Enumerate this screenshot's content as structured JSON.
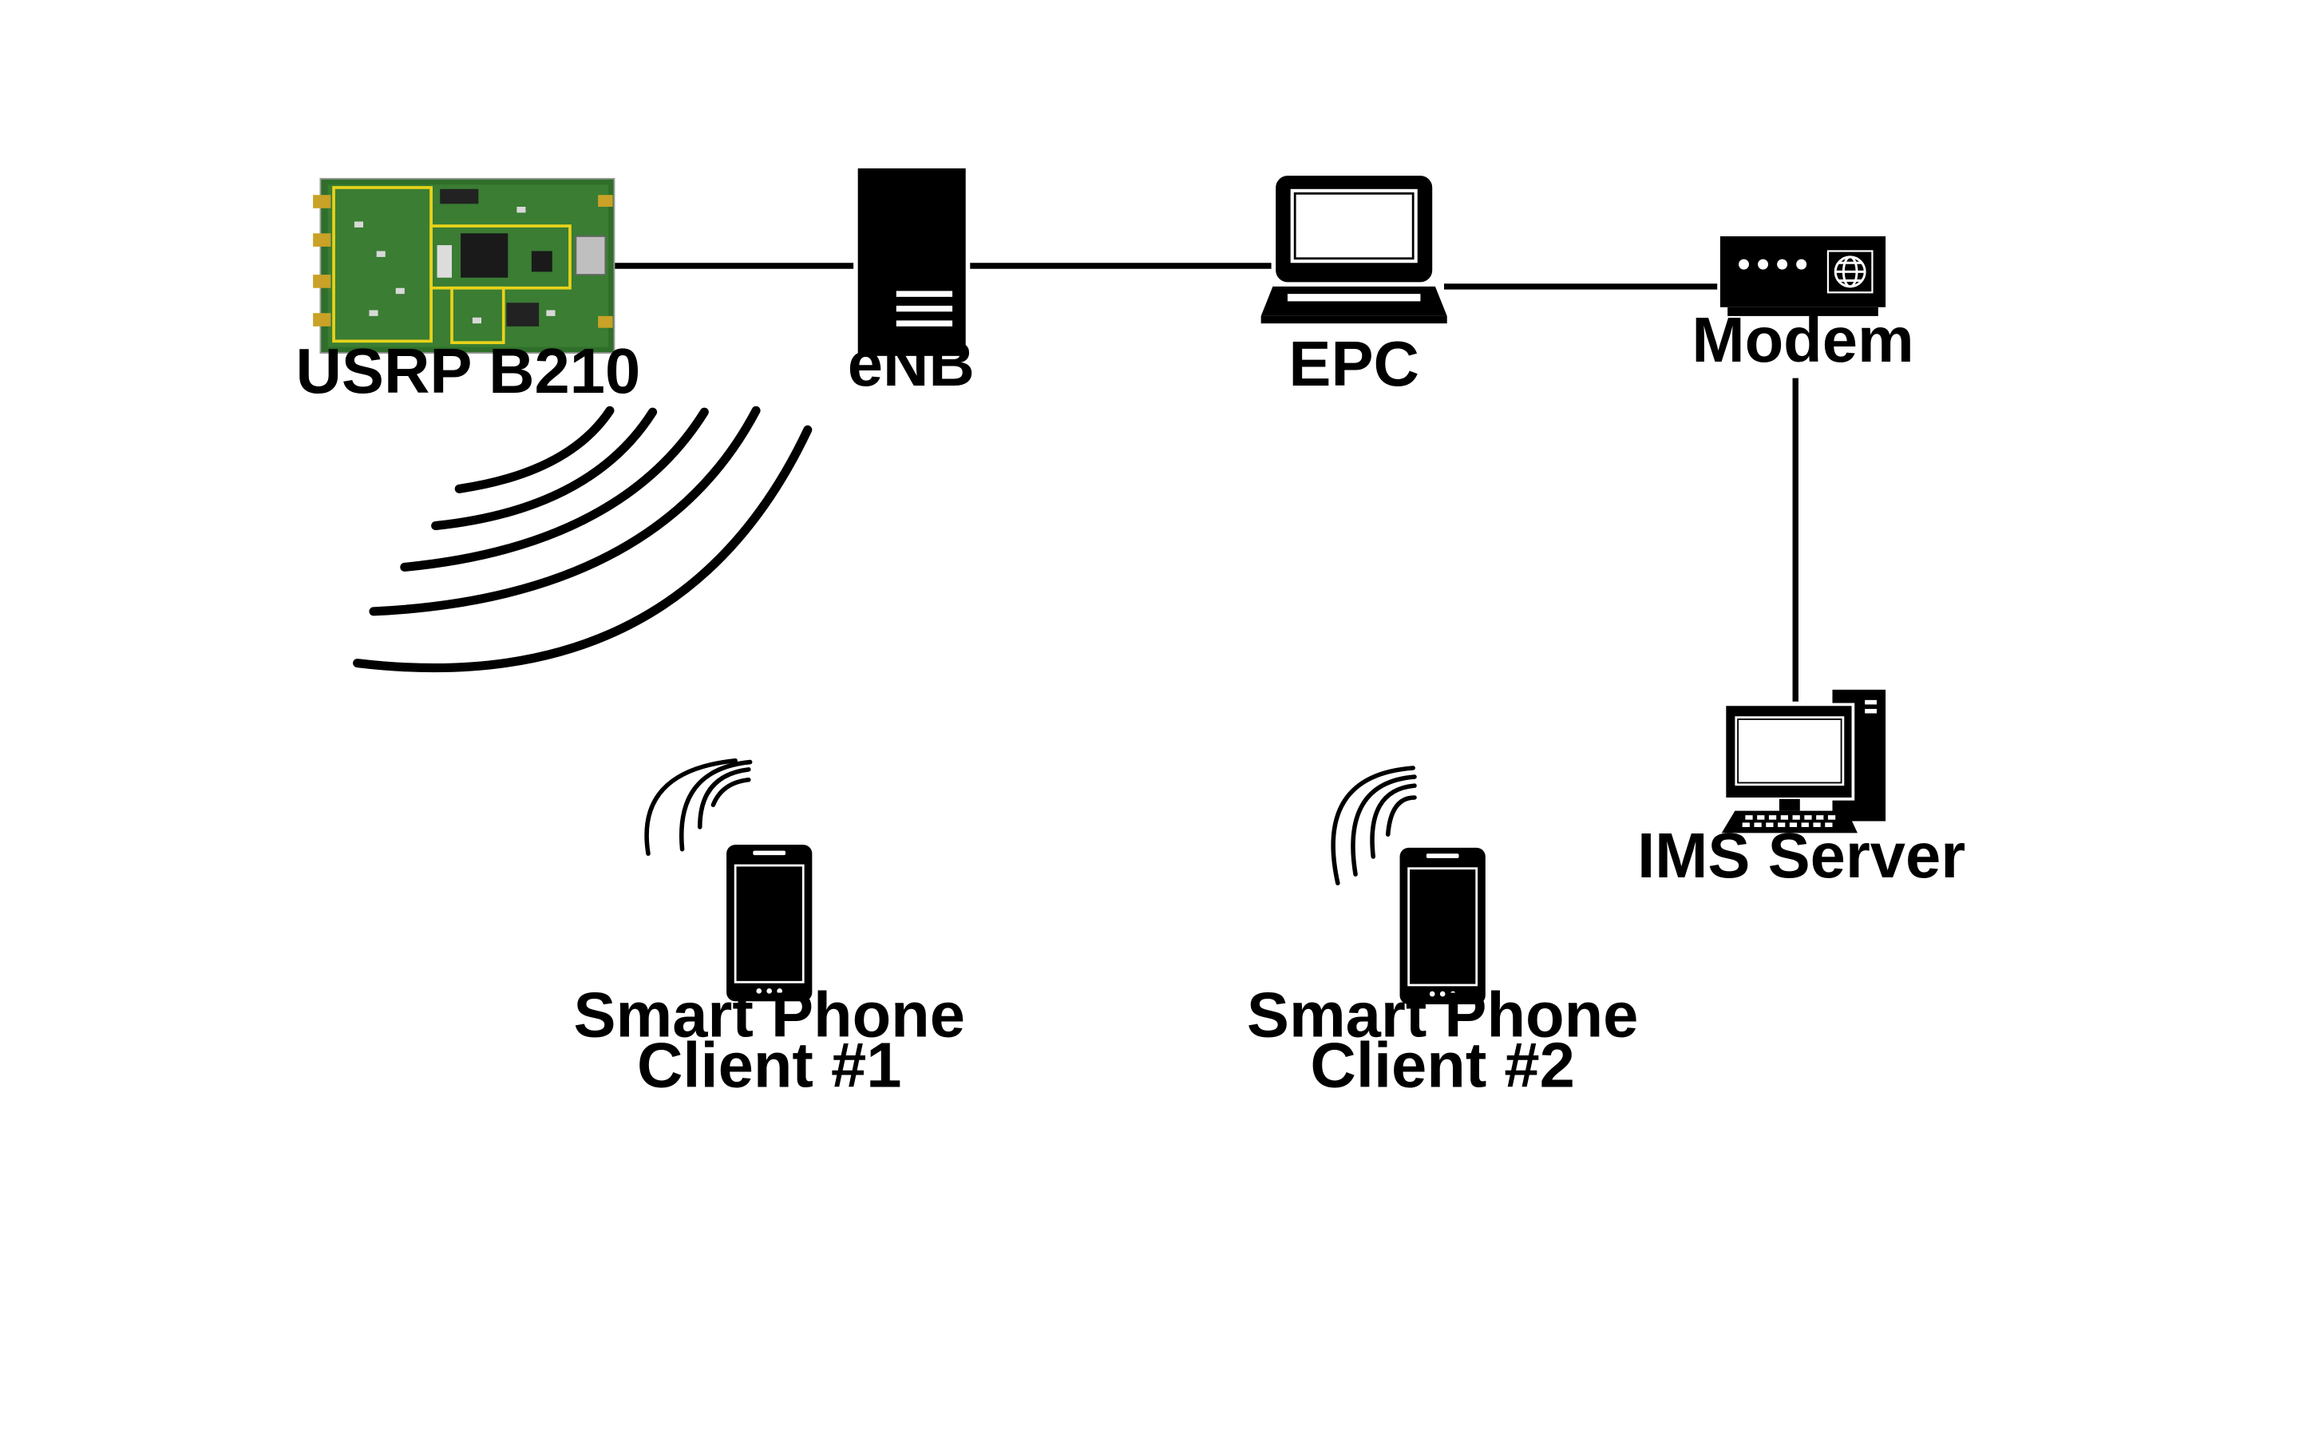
{
  "nodes": {
    "usrp": {
      "label": "USRP B210"
    },
    "enb": {
      "label": "eNB"
    },
    "epc": {
      "label": "EPC"
    },
    "modem": {
      "label": "Modem"
    },
    "ims": {
      "label": "IMS Server"
    },
    "phone1": {
      "label_line1": "Smart Phone",
      "label_line2": "Client #1"
    },
    "phone2": {
      "label_line1": "Smart Phone",
      "label_line2": "Client #2"
    }
  },
  "colors": {
    "ink": "#000000",
    "pcb_green": "#2f6f2a",
    "pcb_trace": "#e8d21a",
    "background": "#ffffff"
  },
  "icons": [
    "circuit-board-icon",
    "server-icon",
    "laptop-icon",
    "modem-icon",
    "desktop-computer-icon",
    "smartphone-icon",
    "wireless-signal-icon"
  ]
}
